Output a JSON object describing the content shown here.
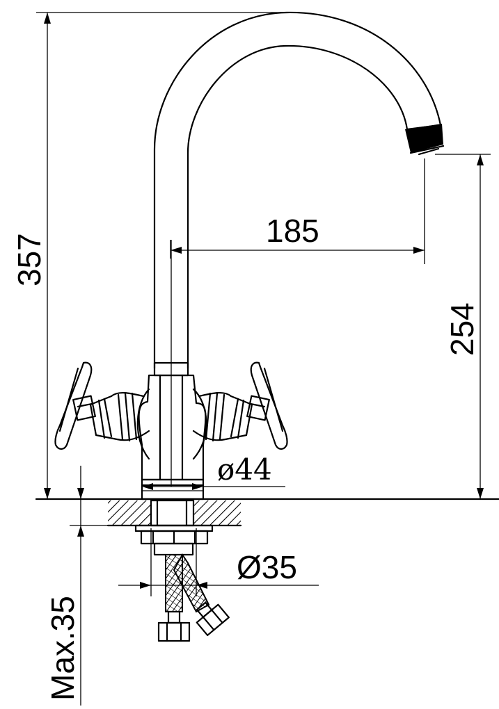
{
  "dimensions": {
    "total_height": "357",
    "spout_reach": "185",
    "spout_height": "254",
    "body_diameter": "ø44",
    "shank_diameter": "Ø35",
    "max_thickness": "Max.35"
  }
}
